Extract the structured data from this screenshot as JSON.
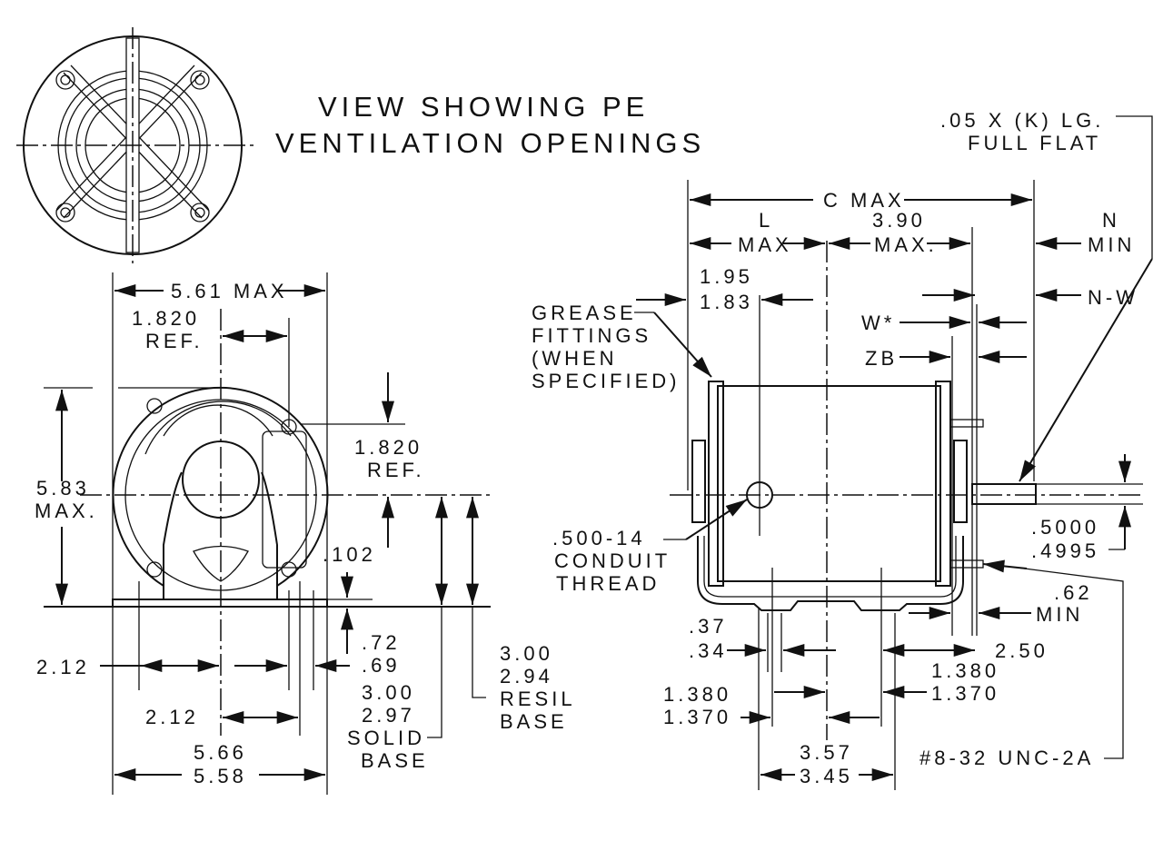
{
  "title": {
    "line1": "VIEW SHOWING PE",
    "line2": "VENTILATION OPENINGS"
  },
  "front_view": {
    "width_max": "5.61 MAX",
    "ref1_value": "1.820",
    "ref1_label": "REF.",
    "ref2_value": "1.820",
    "ref2_label": "REF.",
    "height_value": "5.83",
    "height_label": "MAX.",
    "foot_thickness": ".102",
    "hole_left": "2.12",
    "slot_max": ".72",
    "slot_min": ".69",
    "solid_max": "3.00",
    "solid_min": "2.97",
    "solid_label1": "SOLID",
    "solid_label2": "BASE",
    "resil_max": "3.00",
    "resil_min": "2.94",
    "resil_label1": "RESIL",
    "resil_label2": "BASE",
    "hole_center": "2.12",
    "base_max": "5.66",
    "base_min": "5.58"
  },
  "side_view": {
    "flat_note1": ".05 X (K) LG.",
    "flat_note2": "FULL FLAT",
    "c_max": "C MAX",
    "l_label": "L",
    "l_max": "MAX",
    "d390": "3.90",
    "d390_max": "MAX.",
    "n_label": "N",
    "n_min": "MIN",
    "g_max": "1.95",
    "g_min": "1.83",
    "nw": "N-W",
    "grease1": "GREASE",
    "grease2": "FITTINGS",
    "grease3": "(WHEN",
    "grease4": "SPECIFIED)",
    "w": "W*",
    "zb": "ZB",
    "conduit1": ".500-14",
    "conduit2": "CONDUIT",
    "conduit3": "THREAD",
    "shaft_max": ".5000",
    "shaft_min": ".4995",
    "min62": ".62",
    "min62_label": "MIN",
    "slot_max": ".37",
    "slot_min": ".34",
    "d250": "2.50",
    "r1380": "1.380",
    "r1370": "1.370",
    "l1380": "1.380",
    "l1370": "1.370",
    "span_max": "3.57",
    "span_min": "3.45",
    "screw": "#8-32 UNC-2A"
  }
}
